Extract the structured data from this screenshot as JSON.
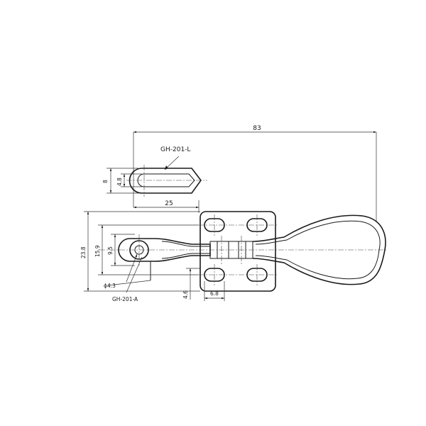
{
  "drawing": {
    "callouts": {
      "part_l": "GH-201-L",
      "part_a": "GH-201-A"
    },
    "dimensions": {
      "overall_length": "83",
      "arm_length": "25",
      "slot_height": "8",
      "slot_width": "4.8",
      "base_height": "23.8",
      "mid_height": "15.9",
      "pivot_height": "9.5",
      "hole_diameter": "ϕ4.3",
      "base_offset": "4.6",
      "hole_spacing": "6.8"
    }
  }
}
